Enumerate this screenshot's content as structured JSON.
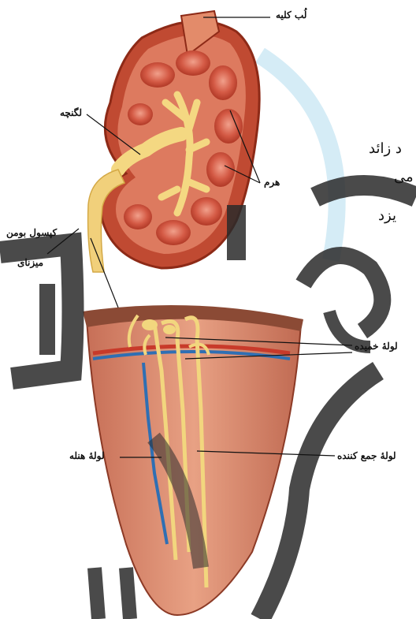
{
  "labels": {
    "cortex": "لُب کلیه",
    "pelvis": "لگنچه",
    "pyramid": "هرم",
    "ureter": "میزنای",
    "bowman": "کپسول بومن",
    "convoluted": "لولهٔ خمیده",
    "henle": "لولهٔ هنله",
    "collecting": "لولهٔ جمع کننده"
  },
  "background_text": [
    "د زائد",
    "می",
    "یزد"
  ],
  "colors": {
    "kidney": "#b8442c",
    "kidney_inner": "#d66a50",
    "pelvis": "#f0d274",
    "watermark": "#2a2a2a",
    "artery": "#c83a2a",
    "vein": "#2f6fb3"
  }
}
